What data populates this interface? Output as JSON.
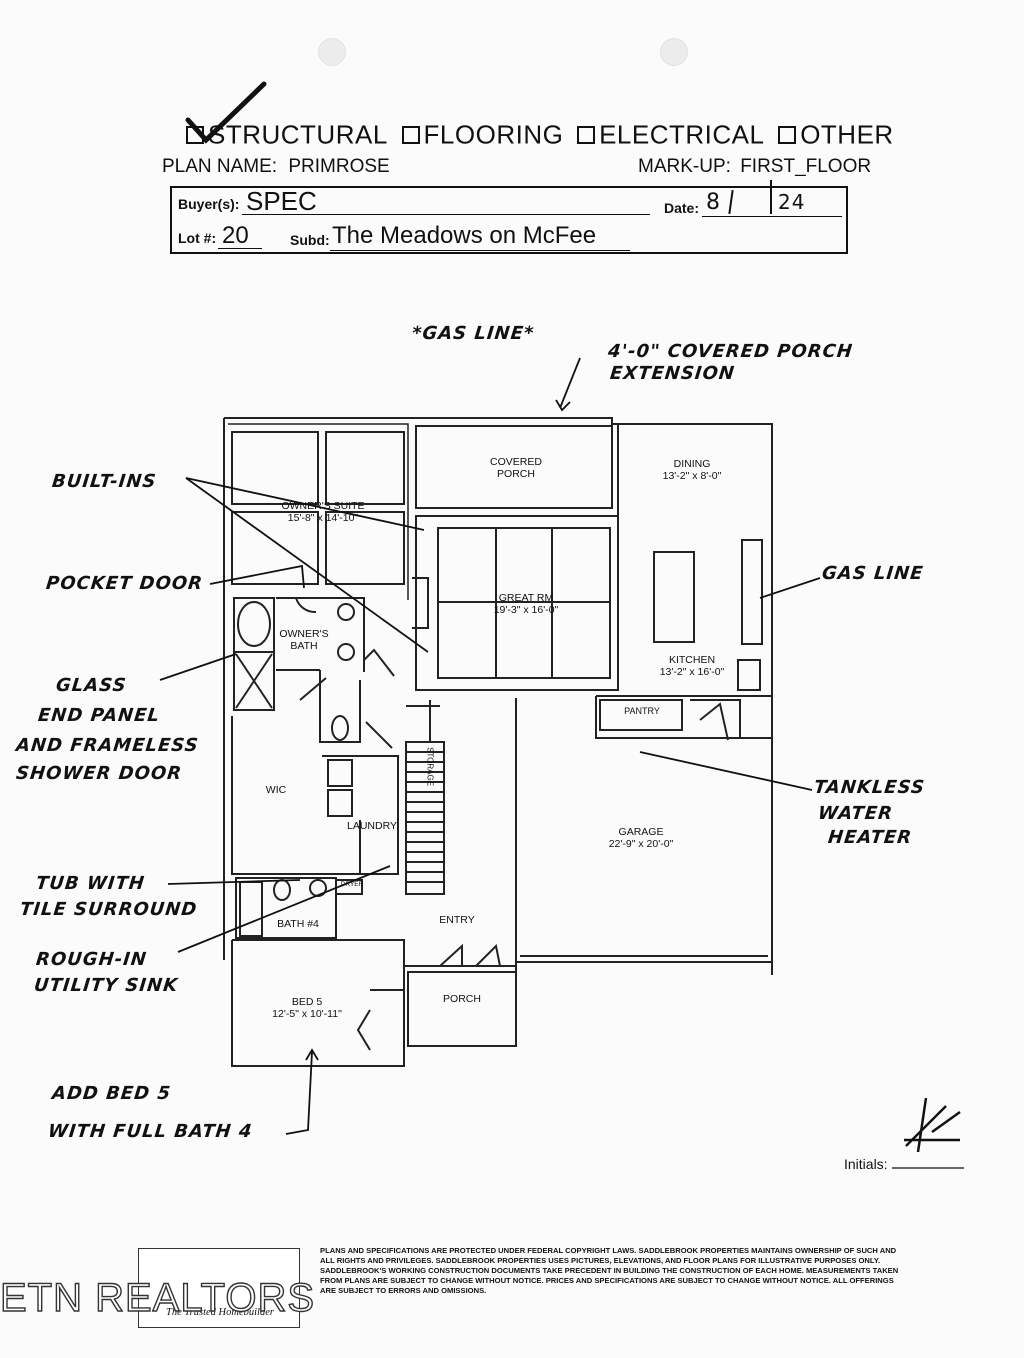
{
  "header": {
    "categories": [
      {
        "label": "STRUCTURAL",
        "checked": true
      },
      {
        "label": "FLOORING",
        "checked": false
      },
      {
        "label": "ELECTRICAL",
        "checked": false
      },
      {
        "label": "OTHER",
        "checked": false
      }
    ],
    "plan_name_label": "PLAN NAME:",
    "plan_name": "PRIMROSE",
    "markup_label": "MARK-UP:",
    "markup_value": "FIRST_FLOOR",
    "buyer_label": "Buyer(s):",
    "buyer_value": "SPEC",
    "date_label": "Date:",
    "date_month": "8",
    "date_day": "",
    "date_year": "24",
    "lot_label": "Lot #:",
    "lot_value": "20",
    "subd_label": "Subd:",
    "subd_value": "The Meadows on McFee"
  },
  "rooms": {
    "owners_suite": "OWNER'S SUITE",
    "owners_suite_dim": "15'-8\" x 14'-10\"",
    "covered_porch_1": "COVERED",
    "covered_porch_2": "PORCH",
    "dining": "DINING",
    "dining_dim": "13'-2\" x 8'-0\"",
    "great_rm": "GREAT RM",
    "great_rm_dim": "19'-3\" x 16'-0\"",
    "owners_bath_1": "OWNER'S",
    "owners_bath_2": "BATH",
    "kitchen": "KITCHEN",
    "kitchen_dim": "13'-2\" x 16'-0\"",
    "pantry": "PANTRY",
    "storage": "STORAGE",
    "wic": "WIC",
    "laundry": "LAUNDRY",
    "garage": "GARAGE",
    "garage_dim": "22'-9\" x 20'-0\"",
    "bath4": "BATH #4",
    "entry": "ENTRY",
    "bed5": "BED 5",
    "bed5_dim": "12'-5\" x 10'-11\"",
    "porch": "PORCH",
    "dryer": "DRYER"
  },
  "annotations": {
    "gas_line_top": "*GAS LINE*",
    "covered_porch_ext_1": "4'-0\" COVERED PORCH",
    "covered_porch_ext_2": "EXTENSION",
    "built_ins": "BUILT-INS",
    "pocket_door": "POCKET DOOR",
    "glass_1": "GLASS",
    "glass_2": "END PANEL",
    "glass_3": "AND FRAMELESS",
    "glass_4": "SHOWER DOOR",
    "gas_line_right": "GAS LINE",
    "tankless_1": "TANKLESS",
    "tankless_2": "WATER",
    "tankless_3": "HEATER",
    "tub_1": "TUB WITH",
    "tub_2": "TILE SURROUND",
    "rough_1": "ROUGH-IN",
    "rough_2": "UTILITY SINK",
    "add_bed_1": "ADD BED 5",
    "add_bed_2": "WITH FULL BATH 4"
  },
  "footer": {
    "initials_label": "Initials:",
    "logo_tagline": "The Trusted Homebuilder",
    "legal": "PLANS AND SPECIFICATIONS ARE PROTECTED UNDER FEDERAL COPYRIGHT LAWS. SADDLEBROOK PROPERTIES MAINTAINS OWNERSHIP OF SUCH AND ALL RIGHTS AND PRIVILEGES. SADDLEBROOK PROPERTIES USES PICTURES, ELEVATIONS, AND FLOOR PLANS FOR ILLUSTRATIVE PURPOSES ONLY. SADDLEBROOK'S WORKING CONSTRUCTION DOCUMENTS TAKE PRECEDENT IN BUILDING THE CONSTRUCTION OF EACH HOME. MEASUREMENTS TAKEN FROM PLANS ARE SUBJECT TO CHANGE WITHOUT NOTICE. PRICES AND SPECIFICATIONS ARE SUBJECT TO CHANGE WITHOUT NOTICE. ALL OFFERINGS ARE SUBJECT TO ERRORS AND OMISSIONS.",
    "watermark": "ETN REALTORS"
  }
}
